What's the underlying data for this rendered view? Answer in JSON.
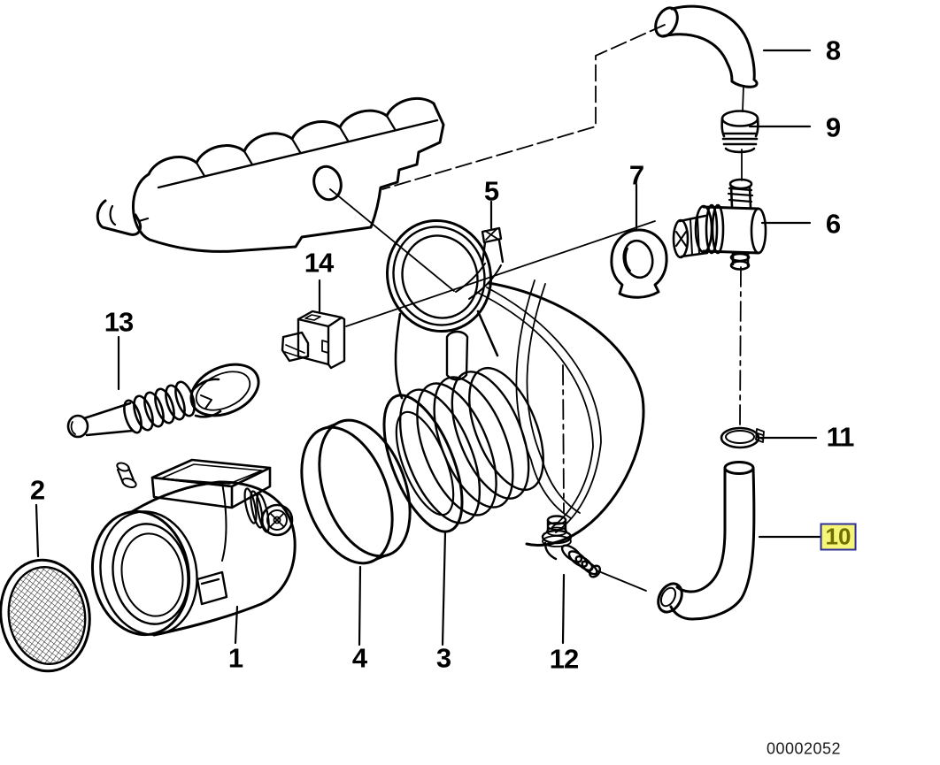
{
  "diagram_type": "exploded-parts-diagram",
  "document_number": "00002052",
  "highlight": {
    "background": "#f5f578",
    "border": "#2f2f99",
    "text_color": "#6e6e00"
  },
  "line_color": "#000000",
  "background_color": "#ffffff",
  "callouts": [
    {
      "number": "1",
      "highlighted": false
    },
    {
      "number": "2",
      "highlighted": false
    },
    {
      "number": "3",
      "highlighted": false
    },
    {
      "number": "4",
      "highlighted": false
    },
    {
      "number": "5",
      "highlighted": false
    },
    {
      "number": "6",
      "highlighted": false
    },
    {
      "number": "7",
      "highlighted": false
    },
    {
      "number": "8",
      "highlighted": false
    },
    {
      "number": "9",
      "highlighted": false
    },
    {
      "number": "10",
      "highlighted": true
    },
    {
      "number": "11",
      "highlighted": false
    },
    {
      "number": "12",
      "highlighted": false
    },
    {
      "number": "13",
      "highlighted": false
    },
    {
      "number": "14",
      "highlighted": false
    }
  ]
}
